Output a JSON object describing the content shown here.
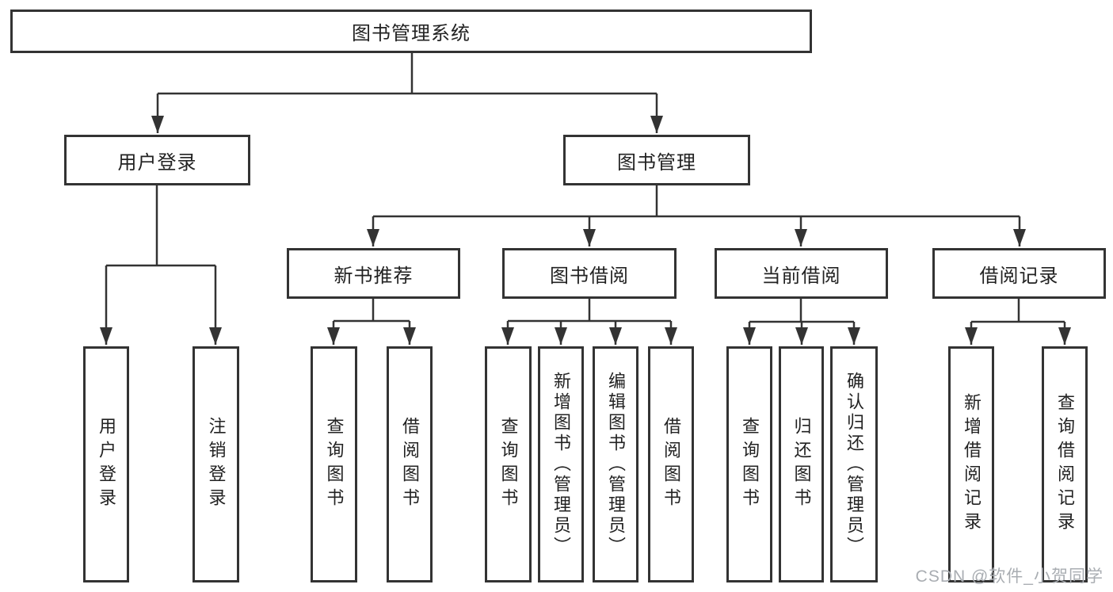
{
  "tree": {
    "label": "图书管理系统",
    "children": [
      {
        "label": "用户登录",
        "children": [
          {
            "label": "用户登录"
          },
          {
            "label": "注销登录"
          }
        ]
      },
      {
        "label": "图书管理",
        "children": [
          {
            "label": "新书推荐",
            "children": [
              {
                "label": "查询图书"
              },
              {
                "label": "借阅图书"
              }
            ]
          },
          {
            "label": "图书借阅",
            "children": [
              {
                "label": "查询图书"
              },
              {
                "label": "新增图书（管理员）"
              },
              {
                "label": "编辑图书（管理员）"
              },
              {
                "label": "借阅图书"
              }
            ]
          },
          {
            "label": "当前借阅",
            "children": [
              {
                "label": "查询图书"
              },
              {
                "label": "归还图书"
              },
              {
                "label": "确认归还（管理员）"
              }
            ]
          },
          {
            "label": "借阅记录",
            "children": [
              {
                "label": "新增借阅记录"
              },
              {
                "label": "查询借阅记录"
              }
            ]
          }
        ]
      }
    ]
  },
  "watermark": {
    "text": "CSDN @软件_小贺同学"
  },
  "colors": {
    "line": "#333333",
    "box_border": "#333333",
    "box_background": "#ffffff",
    "text": "#222222",
    "watermark": "#a9adb2",
    "background": "#ffffff"
  }
}
